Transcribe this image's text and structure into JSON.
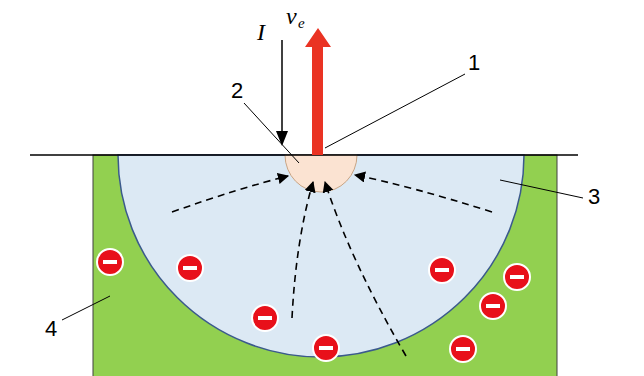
{
  "diagram": {
    "labels": [
      "I",
      "v",
      "e",
      "1",
      "2",
      "3",
      "4"
    ]
  }
}
